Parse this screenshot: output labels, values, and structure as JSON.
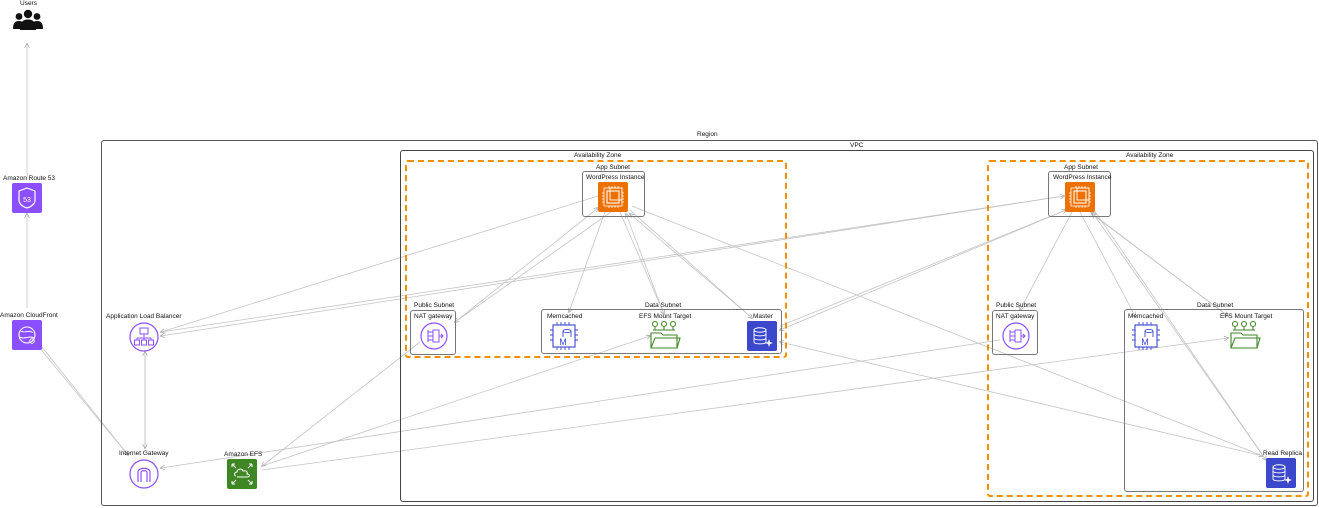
{
  "users": {
    "label": "Users"
  },
  "route53": {
    "label": "Amazon Route 53"
  },
  "cloudfront": {
    "label": "Amazon CloudFront"
  },
  "region": {
    "label": "Region"
  },
  "vpc": {
    "label": "VPC"
  },
  "alb": {
    "label": "Application Load Balancer"
  },
  "igw": {
    "label": "Internet Gateway"
  },
  "efs": {
    "label": "Amazon EFS"
  },
  "az1": {
    "label": "Availability Zone",
    "app_subnet": "App Subnet",
    "wordpress": "WordPress Instance",
    "public_subnet": "Public Subnet",
    "nat": "NAT gateway",
    "data_subnet": "Data Subnet",
    "memcached": "Memcached",
    "efs_mount": "EFS Mount Target",
    "db": "Master"
  },
  "az2": {
    "label": "Availability Zone",
    "app_subnet": "App Subnet",
    "wordpress": "WordPress Instance",
    "public_subnet": "Public Subnet",
    "nat": "NAT gateway",
    "data_subnet": "Data Subnet",
    "memcached": "Memcached",
    "efs_mount": "EFS Mount Target",
    "db": "Read Replica"
  },
  "colors": {
    "networking": "#8c4fff",
    "compute": "#ed7100",
    "storage": "#3f8624",
    "database": "#3b48cc",
    "zone_border": "#f09000",
    "connector": "#bdbdbd"
  }
}
